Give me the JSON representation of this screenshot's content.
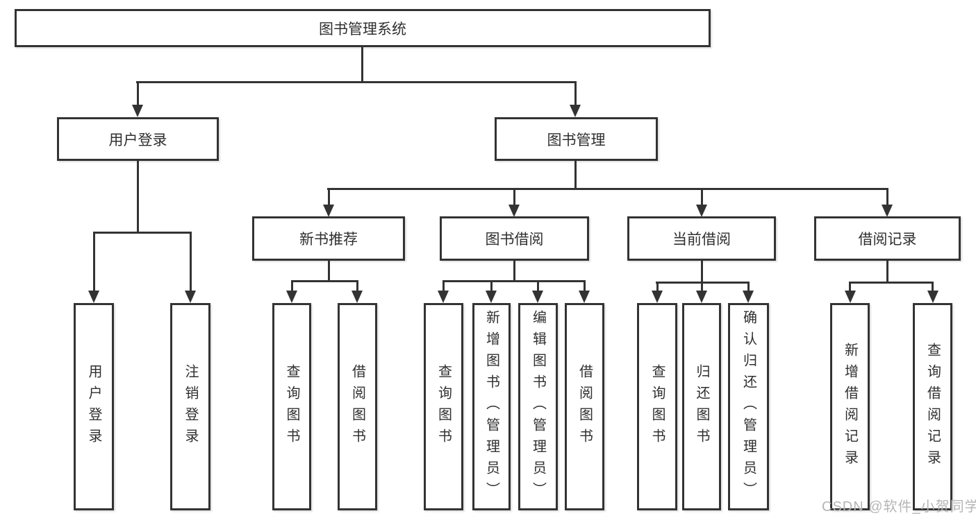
{
  "tree": {
    "root": "图书管理系统",
    "children": [
      {
        "label": "用户登录",
        "children": [
          "用户登录",
          "注销登录"
        ]
      },
      {
        "label": "图书管理",
        "children": [
          {
            "label": "新书推荐",
            "children": [
              "查询图书",
              "借阅图书"
            ]
          },
          {
            "label": "图书借阅",
            "children": [
              "查询图书",
              "新增图书（管理员）",
              "编辑图书（管理员）",
              "借阅图书"
            ]
          },
          {
            "label": "当前借阅",
            "children": [
              "查询图书",
              "归还图书",
              "确认归还（管理员）"
            ]
          },
          {
            "label": "借阅记录",
            "children": [
              "新增借阅记录",
              "查询借阅记录"
            ]
          }
        ]
      }
    ]
  },
  "watermark": "CSDN @软件_小贺同学",
  "colors": {
    "line": "#333333",
    "box_border": "#333333",
    "box_fill": "#ffffff",
    "text": "#2f2f2f",
    "watermark": "#b5b5b5"
  }
}
